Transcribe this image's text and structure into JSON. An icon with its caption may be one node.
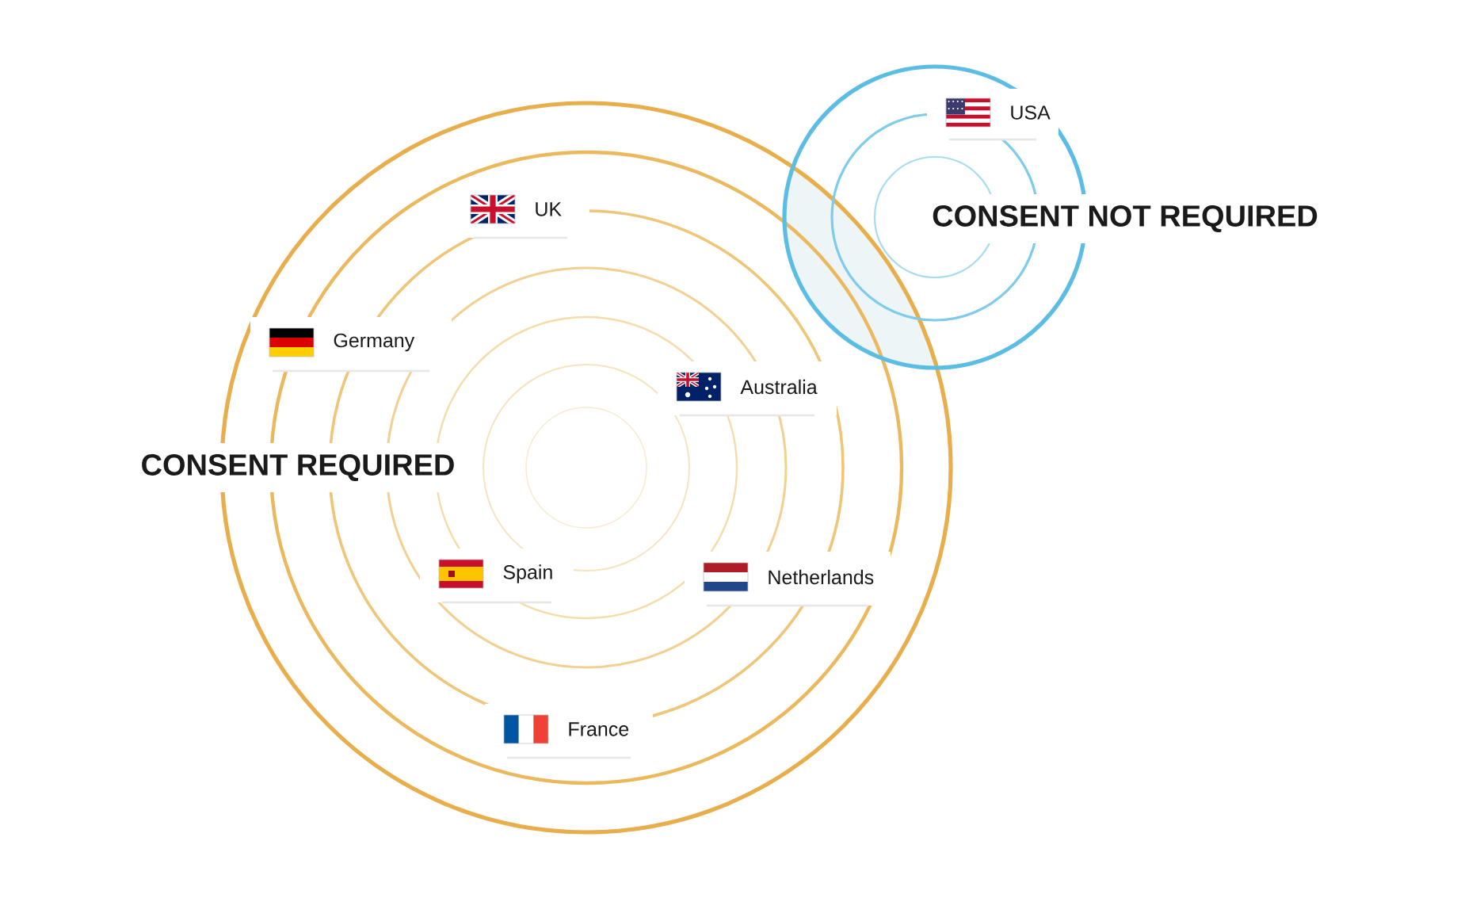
{
  "diagram": {
    "nodes": [
      {
        "text": [
          "USA"
        ]
      },
      {
        "text": [
          "UK"
        ]
      },
      {
        "text": [
          "CONSENT NOT REQUIRED"
        ]
      },
      {
        "text": [
          "Germany"
        ]
      },
      {
        "text": [
          "Australia"
        ]
      },
      {
        "text": [
          "CONSENT REQUIRED"
        ]
      },
      {
        "text": [
          "Spain"
        ]
      },
      {
        "text": [
          "Netherlands"
        ]
      },
      {
        "text": [
          "France"
        ]
      }
    ]
  }
}
